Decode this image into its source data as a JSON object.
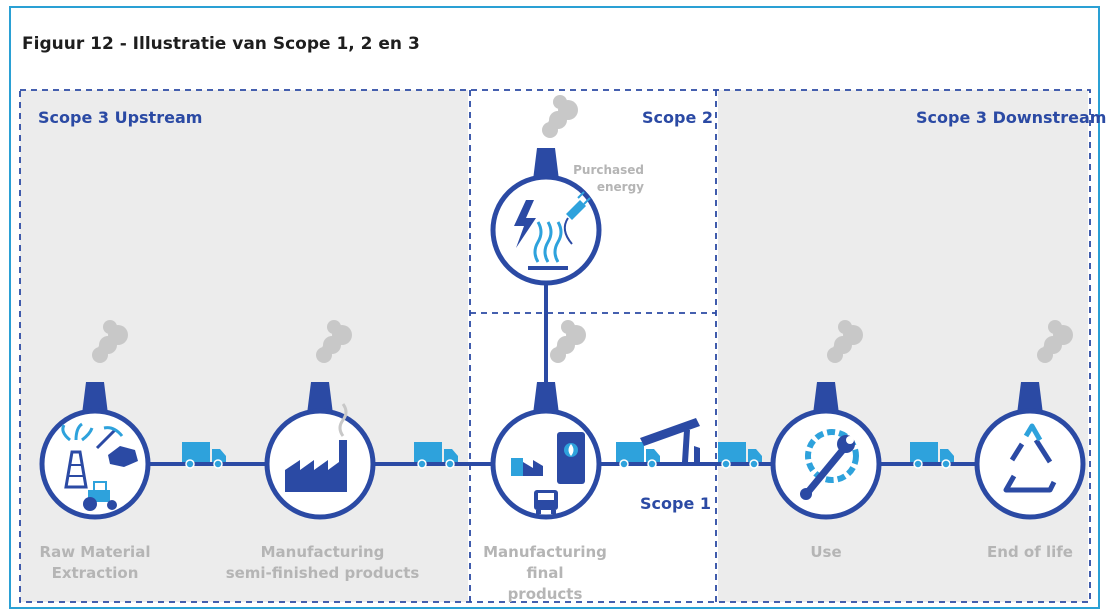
{
  "figure_title": "Figuur 12 - Illustratie van Scope 1, 2 en 3",
  "scopes": {
    "upstream": "Scope 3 Upstream",
    "scope2": "Scope 2",
    "downstream": "Scope 3 Downstream",
    "scope1": "Scope 1"
  },
  "stages": {
    "raw_line1": "Raw Material",
    "raw_line2": "Extraction",
    "semi_line1": "Manufacturing",
    "semi_line2": "semi-finished products",
    "final_line1": "Manufacturing final",
    "final_line2": "products",
    "use": "Use",
    "eol": "End of life"
  },
  "energy": {
    "line1": "Purchased",
    "line2": "energy"
  },
  "colors": {
    "navy": "#2b4aa4",
    "light_blue": "#2ea2dc",
    "panel_grey": "#ececec",
    "smoke": "#c8c8c8",
    "label_grey": "#b5b5b5"
  }
}
